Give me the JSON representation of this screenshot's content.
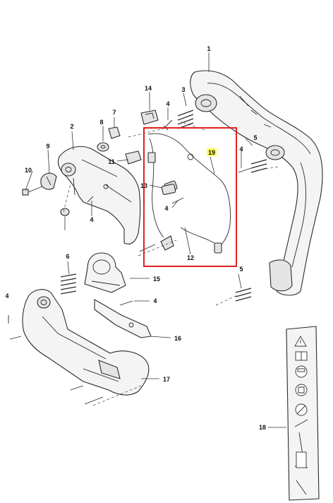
{
  "callouts": [
    {
      "id": "c1",
      "label": "1"
    },
    {
      "id": "c2",
      "label": "2"
    },
    {
      "id": "c3",
      "label": "3"
    },
    {
      "id": "c4a",
      "label": "4"
    },
    {
      "id": "c4b",
      "label": "4"
    },
    {
      "id": "c4c",
      "label": "4"
    },
    {
      "id": "c4d",
      "label": "4"
    },
    {
      "id": "c4e",
      "label": "4"
    },
    {
      "id": "c4f",
      "label": "4"
    },
    {
      "id": "c5a",
      "label": "5"
    },
    {
      "id": "c5b",
      "label": "5"
    },
    {
      "id": "c6",
      "label": "6"
    },
    {
      "id": "c7",
      "label": "7"
    },
    {
      "id": "c8",
      "label": "8"
    },
    {
      "id": "c9",
      "label": "9"
    },
    {
      "id": "c10",
      "label": "10"
    },
    {
      "id": "c11",
      "label": "11"
    },
    {
      "id": "c12",
      "label": "12"
    },
    {
      "id": "c13",
      "label": "13"
    },
    {
      "id": "c14",
      "label": "14"
    },
    {
      "id": "c15",
      "label": "15"
    },
    {
      "id": "c16",
      "label": "16"
    },
    {
      "id": "c17",
      "label": "17"
    },
    {
      "id": "c18",
      "label": "18"
    },
    {
      "id": "c19",
      "label": "19",
      "highlighted": true
    }
  ],
  "colors": {
    "line": "#2b2b2b",
    "selection_box": "#e02020",
    "highlight": "#ffff55",
    "background": "#ffffff"
  },
  "selection": {
    "part": "19",
    "style": "red-box"
  },
  "decal": {
    "icons": [
      "warning-triangle-icon",
      "read-manual-icon",
      "ppe-icon",
      "protective-gloves-icon",
      "no-one-handed-use-icon",
      "kickback-icon"
    ]
  }
}
